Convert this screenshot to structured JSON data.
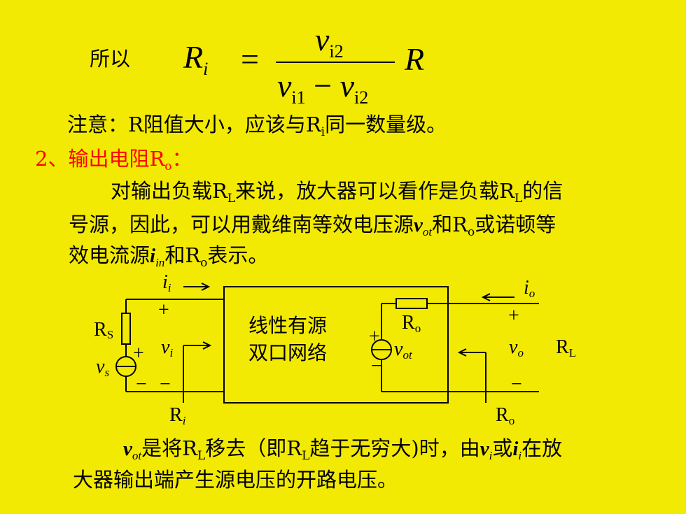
{
  "intro_word": "所以",
  "formula": {
    "lhs_letter": "R",
    "lhs_sub": "i",
    "equals": "=",
    "num_letter": "v",
    "num_sub": "i2",
    "den_a_letter": "v",
    "den_a_sub": "i1",
    "minus": "−",
    "den_b_letter": "v",
    "den_b_sub": "i2",
    "factor": "R"
  },
  "note": {
    "prefix": "注意：R阻值大小，应该与R",
    "sub": "i",
    "suffix": "同一数量级。"
  },
  "section": {
    "prefix": "2、输出电阻R",
    "sub": "o",
    "suffix": "："
  },
  "para1": {
    "l1_a": "对输出负载R",
    "l1_sub1": "L",
    "l1_b": "来说，放大器可以看作是负载R",
    "l1_sub2": "L",
    "l1_c": "的信",
    "l2_a": "号源，因此，可以用戴维南等效电压源",
    "l2_v": "v",
    "l2_vsub": "ot",
    "l2_b": "和R",
    "l2_osub": "o",
    "l2_c": "或诺顿等",
    "l3_a": "效电流源",
    "l3_i": "i",
    "l3_isub": "in",
    "l3_b": "和R",
    "l3_osub": "o",
    "l3_c": "表示。"
  },
  "circuit": {
    "box_line1": "线性有源",
    "box_line2": "双口网络",
    "rs": "R",
    "rs_sub": "S",
    "vs": "v",
    "vs_sub": "s",
    "ii": "i",
    "ii_sub": "i",
    "vi": "v",
    "vi_sub": "i",
    "ri": "R",
    "ri_sub": "i",
    "ro_inner": "R",
    "ro_inner_sub": "o",
    "vot": "v",
    "vot_sub": "ot",
    "io": "i",
    "io_sub": "o",
    "vo": "v",
    "vo_sub": "o",
    "rl": "R",
    "rl_sub": "L",
    "ro_bottom": "R",
    "ro_bottom_sub": "o",
    "plus": "+",
    "minus": "−"
  },
  "para2": {
    "l1_v": "v",
    "l1_vsub": "ot",
    "l1_a": "是将R",
    "l1_sub1": "L",
    "l1_b": "移去（即R",
    "l1_sub2": "L",
    "l1_c": "趋于无穷大)时，由",
    "l1_vi": "v",
    "l1_visub": "i",
    "l1_d": "或",
    "l1_ii": "i",
    "l1_iisub": "i",
    "l1_e": "在放",
    "l2": "大器输出端产生源电压的开路电压。"
  },
  "colors": {
    "background": "#f3ea04",
    "heading": "#ff0000",
    "text": "#000000"
  }
}
